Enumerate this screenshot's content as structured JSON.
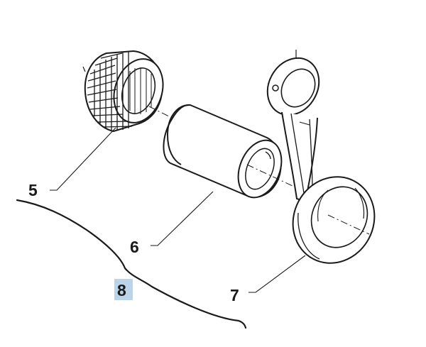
{
  "callouts": [
    {
      "number": "5",
      "part": "needle-bearing"
    },
    {
      "number": "6",
      "part": "piston-pin"
    },
    {
      "number": "7",
      "part": "connecting-rod"
    },
    {
      "number": "8",
      "part": "assembly-bracket",
      "highlighted": true
    }
  ],
  "colors": {
    "line": "#1a1a1a",
    "highlight": "#bcd4ea",
    "background": "#ffffff"
  }
}
